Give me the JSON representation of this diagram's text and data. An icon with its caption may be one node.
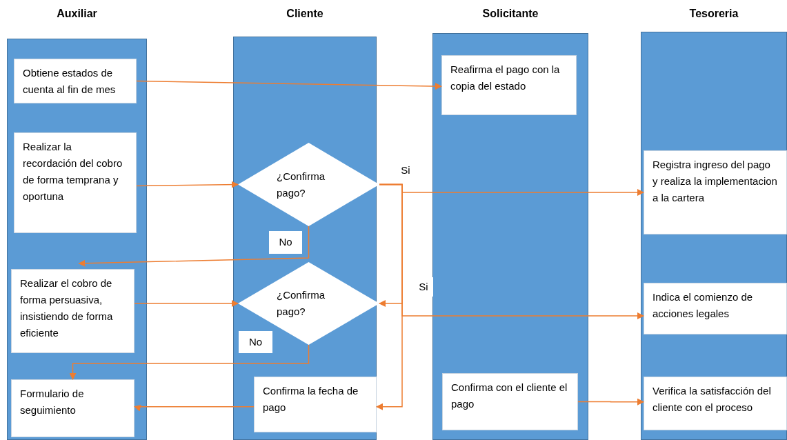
{
  "diagram": {
    "nodes": [
      {
        "text": [
          "Auxiliar"
        ]
      },
      {
        "text": [
          "Cliente"
        ]
      },
      {
        "text": [
          "Solicitante"
        ]
      },
      {
        "text": [
          "Tesoreria"
        ]
      },
      {
        "text": [
          "Obtiene estados de cuenta al fin de mes"
        ],
        "in": 0
      },
      {
        "text": [
          "Realizar la recordación del cobro de forma temprana y oportuna"
        ],
        "in": 0
      },
      {
        "text": [
          "Realizar el cobro de forma persuasiva, insistiendo de forma eficiente"
        ],
        "in": 0
      },
      {
        "text": [
          "Formulario de seguimiento"
        ],
        "in": 0
      },
      {
        "text": [
          "¿Confirma pago?"
        ],
        "in": 1
      },
      {
        "text": [
          "¿Confirma pago?"
        ],
        "in": 1
      },
      {
        "text": [
          "Confirma la fecha de pago"
        ],
        "in": 1
      },
      {
        "text": [
          "Reafirma el pago con la copia del estado"
        ],
        "in": 2
      },
      {
        "text": [
          "Confirma con el cliente el pago"
        ],
        "in": 2
      },
      {
        "text": [
          "Registra ingreso del pago y realiza la implementacion a la cartera"
        ],
        "in": 3
      },
      {
        "text": [
          "Indica el comienzo de acciones legales"
        ],
        "in": 3
      },
      {
        "text": [
          "Verifica la satisfacción del cliente con el proceso"
        ],
        "in": 3
      }
    ],
    "edges": [
      {
        "from": 4,
        "to": 11,
        "arrow": "to"
      },
      {
        "from": 5,
        "to": 8,
        "arrow": "to"
      },
      {
        "from": 8,
        "to": 13,
        "arrow": "to",
        "label": "Si"
      },
      {
        "from": 8,
        "to": 6,
        "arrow": "to",
        "label": "No"
      },
      {
        "from": 8,
        "to": 9,
        "arrow": "to",
        "label": "Si"
      },
      {
        "from": 6,
        "to": 9,
        "arrow": "to"
      },
      {
        "from": 8,
        "to": 14,
        "arrow": "to"
      },
      {
        "from": 9,
        "to": 7,
        "arrow": "to",
        "label": "No"
      },
      {
        "from": 8,
        "to": 10,
        "arrow": "to"
      },
      {
        "from": 10,
        "to": 7,
        "arrow": "to"
      },
      {
        "from": 12,
        "to": 15,
        "arrow": "to"
      }
    ]
  }
}
